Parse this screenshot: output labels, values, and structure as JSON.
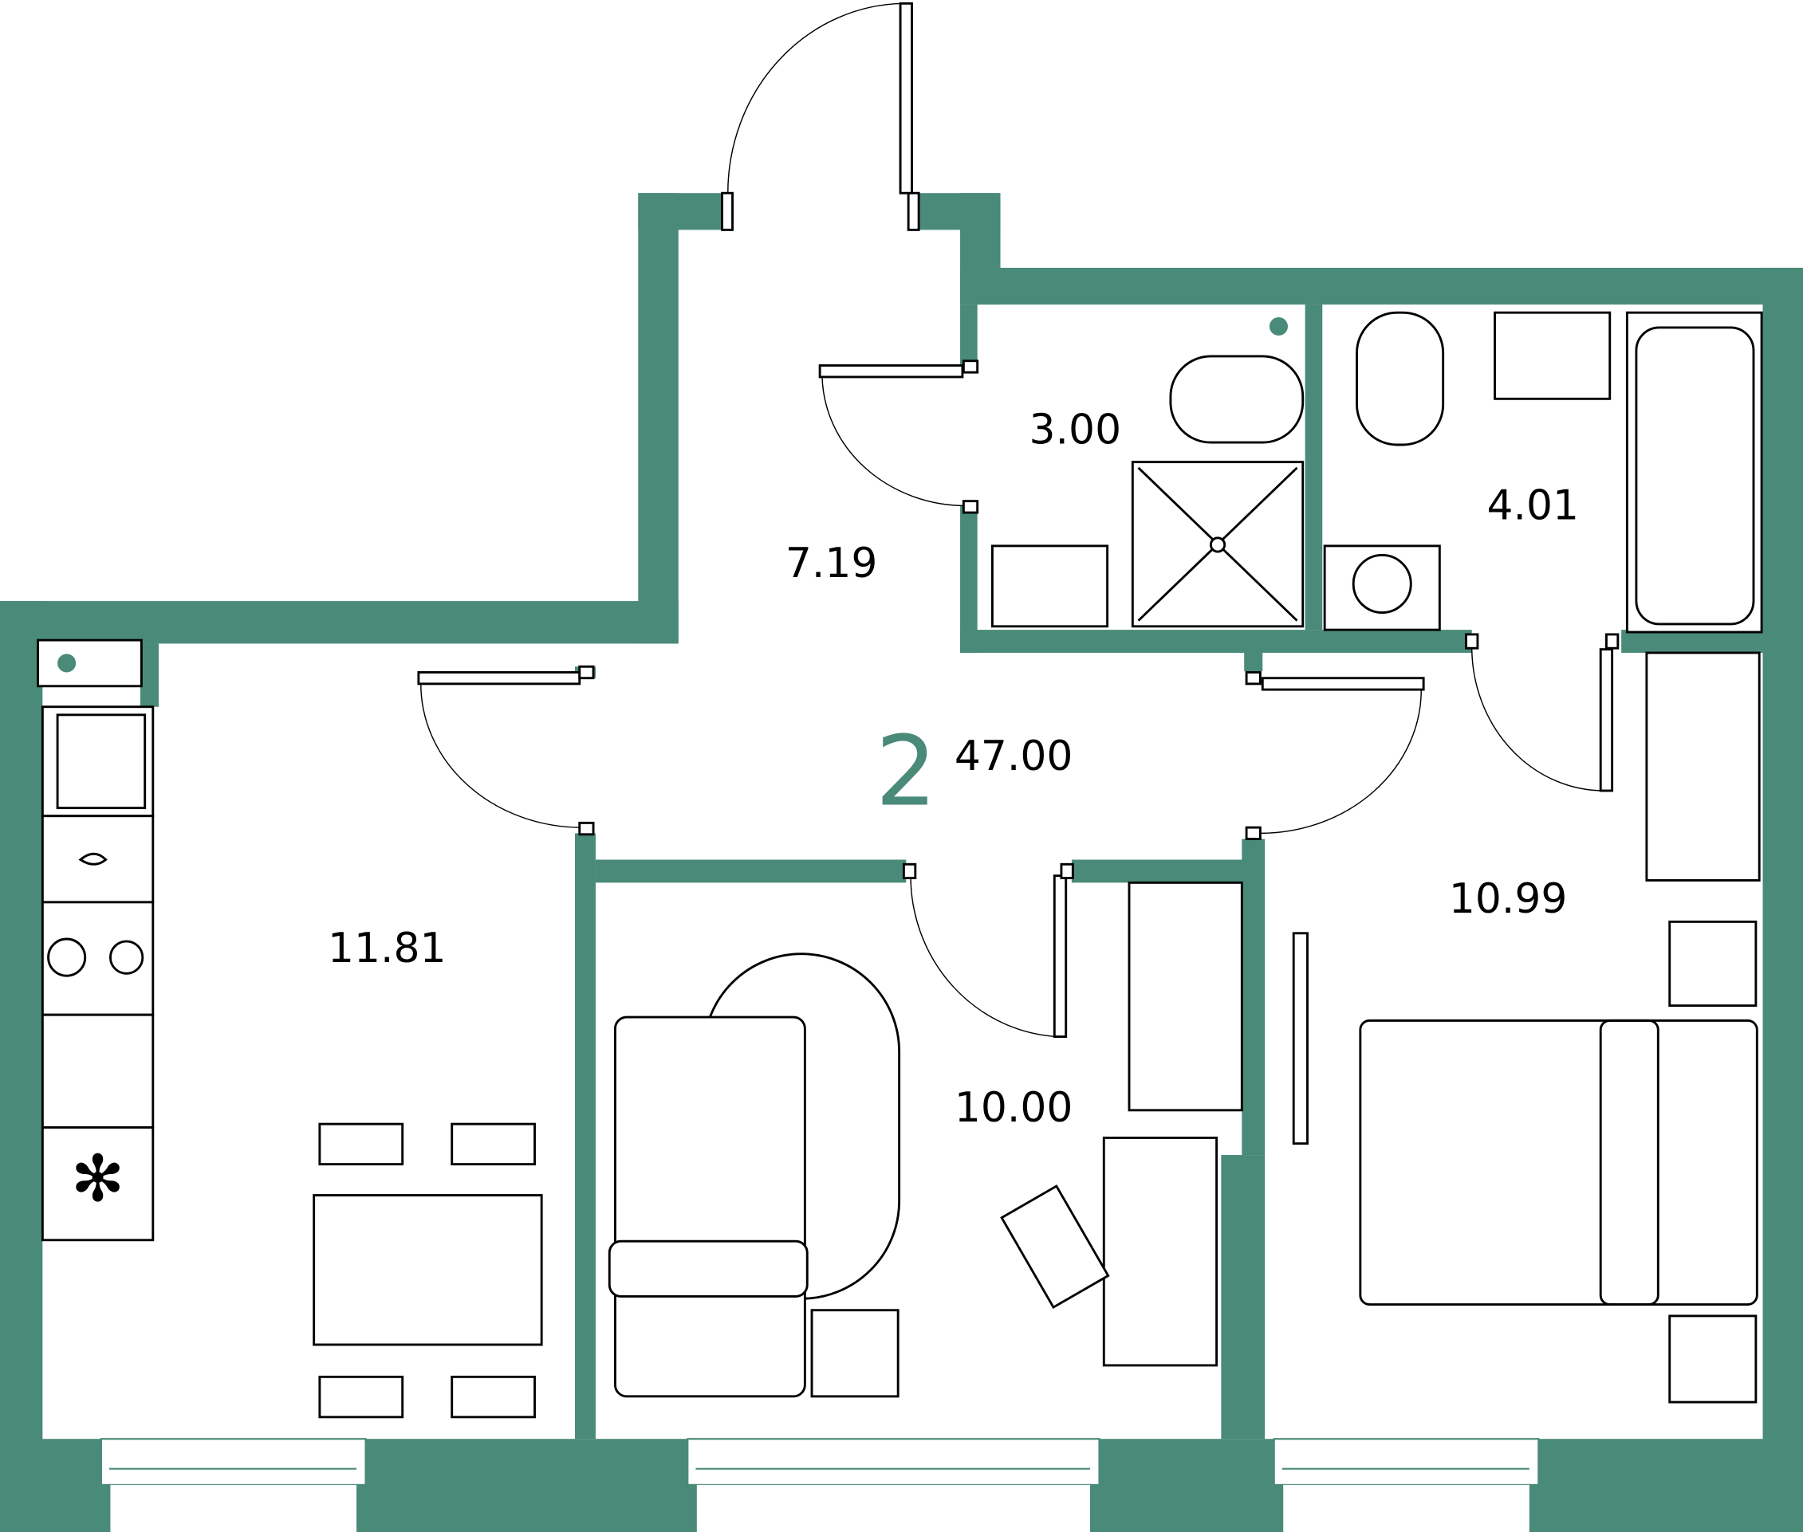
{
  "plan": {
    "room_count": "2",
    "total_area": "47.00",
    "accent_color": "#4a8a78",
    "rooms": [
      {
        "name": "hallway",
        "area": "7.19"
      },
      {
        "name": "bathroom-small",
        "area": "3.00"
      },
      {
        "name": "bathroom",
        "area": "4.01"
      },
      {
        "name": "kitchen",
        "area": "11.81"
      },
      {
        "name": "room",
        "area": "10.00"
      },
      {
        "name": "bedroom",
        "area": "10.99"
      }
    ]
  }
}
